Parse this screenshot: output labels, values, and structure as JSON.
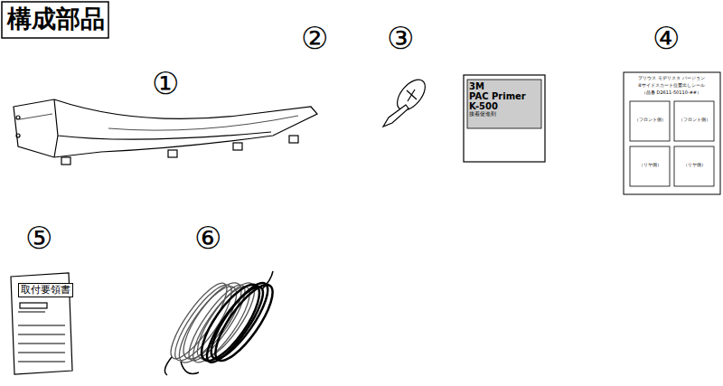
{
  "diagram": {
    "title": "構成部品",
    "nodes": [
      {
        "text": [
          "3M",
          "PAC Primer",
          "K-500",
          "接着促進剤"
        ]
      },
      {
        "text": [
          "取付要領書"
        ]
      }
    ],
    "labels": [
      "①",
      "②",
      "③",
      "④",
      "⑤",
      "⑥",
      "プリウス モデリスタ バージョン",
      "④サイドスカート位置出しシール",
      "（品番 D2611-50110-##）",
      "（フロント側）",
      "（フロント側）",
      "（リヤ側）",
      "（リヤ側）"
    ]
  }
}
